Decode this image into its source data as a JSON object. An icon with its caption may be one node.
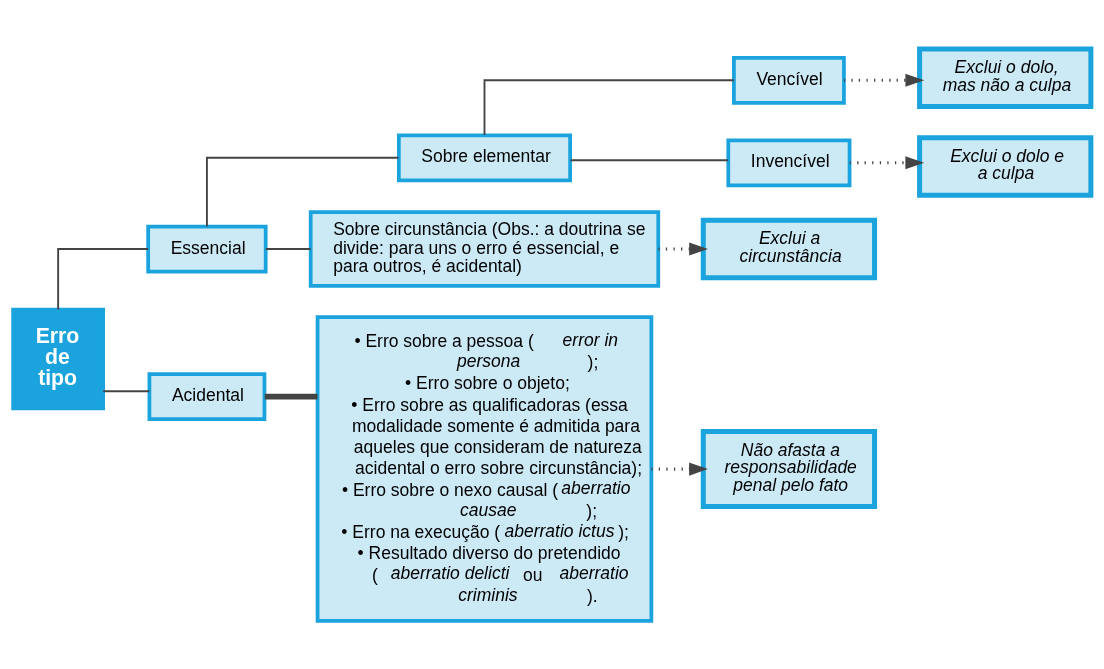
{
  "diagram": {
    "nodes": [
      {
        "text": [
          "Erro de tipo"
        ]
      },
      {
        "text": [
          "Essencial"
        ]
      },
      {
        "text": [
          "Sobre elementar"
        ]
      },
      {
        "text": [
          "Vencível"
        ]
      },
      {
        "text": [
          "Exclui o dolo, mas não a culpa"
        ]
      },
      {
        "text": [
          "Invencível"
        ]
      },
      {
        "text": [
          "Exclui o dolo e a culpa"
        ]
      },
      {
        "text": [
          "Sobre circunstância (Obs.: a doutrina se divide: para uns o erro é essencial, e para outros, é acidental)"
        ]
      },
      {
        "text": [
          "Exclui a circunstância"
        ]
      },
      {
        "text": [
          "Acidental"
        ]
      },
      {
        "text": [
          "• Erro sobre a pessoa (*error in persona*);",
          "• Erro sobre o objeto;",
          "• Erro sobre as qualificadoras (essa modalidade somente é admitida para aqueles que consideram de natureza acidental o erro sobre circunstância);",
          "• Erro sobre o nexo causal (*aberratio causae*);",
          "• Erro na execução (*aberratio ictus*);",
          "• Resultado diverso do pretendido (*aberratio delicti* ou *aberratio criminis*)."
        ]
      },
      {
        "text": [
          "Não afasta a responsabilidade penal pelo fato"
        ]
      }
    ],
    "edges": [
      {
        "from": 0,
        "to": 1,
        "arrow": "none"
      },
      {
        "from": 0,
        "to": 9,
        "arrow": "none"
      },
      {
        "from": 1,
        "to": 2,
        "arrow": "none"
      },
      {
        "from": 1,
        "to": 7,
        "arrow": "none"
      },
      {
        "from": 2,
        "to": 3,
        "arrow": "none"
      },
      {
        "from": 2,
        "to": 5,
        "arrow": "none"
      },
      {
        "from": 3,
        "to": 4,
        "arrow": "to",
        "style": "dashed"
      },
      {
        "from": 5,
        "to": 6,
        "arrow": "to",
        "style": "dashed"
      },
      {
        "from": 7,
        "to": 8,
        "arrow": "to",
        "style": "dashed"
      },
      {
        "from": 9,
        "to": 10,
        "arrow": "none",
        "style": "thick"
      },
      {
        "from": 10,
        "to": 11,
        "arrow": "to",
        "style": "dashed"
      }
    ]
  }
}
